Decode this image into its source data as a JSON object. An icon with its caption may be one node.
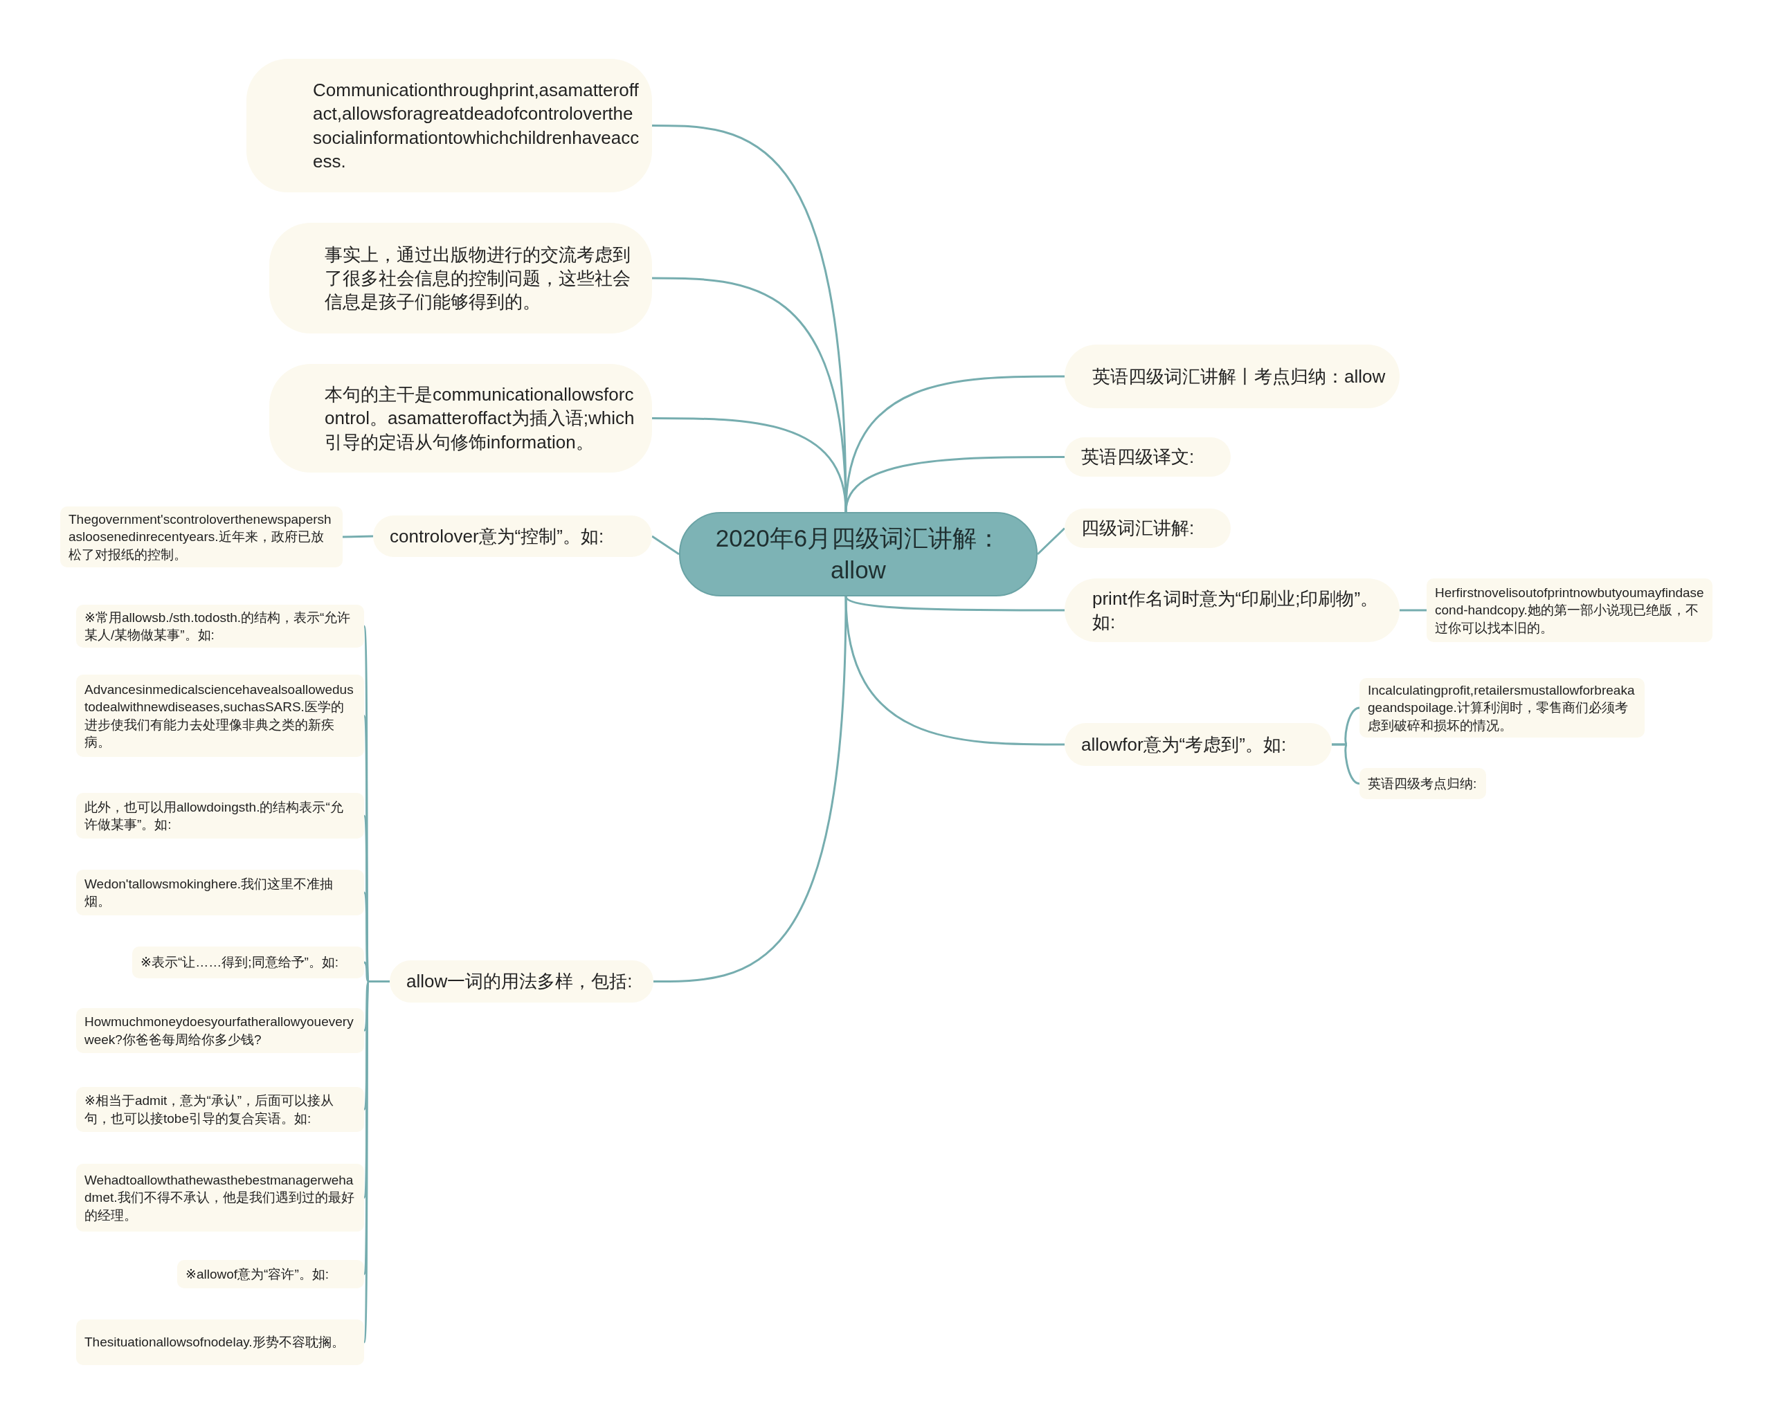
{
  "diagram": {
    "nodes": [
      {
        "text": [
          "2020年6月四级词汇讲解：allow"
        ]
      },
      {
        "text": [
          "Communicationthroughprint,asamatteroffact,allowsforagreatdeadofcontroloverthesocialinformationtowhichchildrenhaveaccess."
        ]
      },
      {
        "text": [
          "事实上，通过出版物进行的交流考虑到了很多社会信息的控制问题，这些社会信息是孩子们能够得到的。"
        ]
      },
      {
        "text": [
          "本句的主干是communicationallowsforcontrol。asamatteroffact为插入语;which引导的定语从句修饰information。"
        ]
      },
      {
        "text": [
          "controlover意为“控制”。如:"
        ]
      },
      {
        "text": [
          "Thegovernment'scontroloverthenewspapershasloosenedinrecentyears.近年来，政府已放松了对报纸的控制。"
        ]
      },
      {
        "text": [
          "allow一词的用法多样，包括:"
        ]
      },
      {
        "text": [
          "※常用allowsb./sth.todosth.的结构，表示“允许某人/某物做某事”。如:"
        ]
      },
      {
        "text": [
          "Advancesinmedicalsciencehavealsoallowedustodealwithnewdiseases,suchasSARS.医学的进步使我们有能力去处理像非典之类的新疾病。"
        ]
      },
      {
        "text": [
          "此外，也可以用allowdoingsth.的结构表示“允许做某事”。如:"
        ]
      },
      {
        "text": [
          "Wedon'tallowsmokinghere.我们这里不准抽烟。"
        ]
      },
      {
        "text": [
          "※表示“让……得到;同意给予”。如:"
        ]
      },
      {
        "text": [
          "Howmuchmoneydoesyourfatherallowyoueveryweek?你爸爸每周给你多少钱?"
        ]
      },
      {
        "text": [
          "※相当于admit，意为“承认”，后面可以接从句，也可以接tobe引导的复合宾语。如:"
        ]
      },
      {
        "text": [
          "Wehadtoallowthathewasthebestmanagerwehadmet.我们不得不承认，他是我们遇到过的最好的经理。"
        ]
      },
      {
        "text": [
          "※allowof意为“容许”。如:"
        ]
      },
      {
        "text": [
          "Thesituationallowsofnodelay.形势不容耽搁。"
        ]
      },
      {
        "text": [
          "英语四级词汇讲解丨考点归纳：allow"
        ]
      },
      {
        "text": [
          "英语四级译文:"
        ]
      },
      {
        "text": [
          "四级词汇讲解:"
        ]
      },
      {
        "text": [
          "print作名词时意为“印刷业;印刷物”。如:"
        ]
      },
      {
        "text": [
          "Herfirstnovelisoutofprintnowbutyoumayfindasecond-handcopy.她的第一部小说现已绝版，不过你可以找本旧的。"
        ]
      },
      {
        "text": [
          "allowfor意为“考虑到”。如:"
        ]
      },
      {
        "text": [
          "Incalculatingprofit,retailersmustallowforbreakageandspoilage.计算利润时，零售商们必须考虑到破碎和损坏的情况。"
        ]
      },
      {
        "text": [
          "英语四级考点归纳:"
        ]
      }
    ],
    "edges": [
      {
        "from": 0,
        "to": 1,
        "arrow": "none"
      },
      {
        "from": 0,
        "to": 2,
        "arrow": "none"
      },
      {
        "from": 0,
        "to": 3,
        "arrow": "none"
      },
      {
        "from": 0,
        "to": 4,
        "arrow": "none"
      },
      {
        "from": 4,
        "to": 5,
        "arrow": "none"
      },
      {
        "from": 0,
        "to": 6,
        "arrow": "none"
      },
      {
        "from": 6,
        "to": 7,
        "arrow": "none"
      },
      {
        "from": 6,
        "to": 8,
        "arrow": "none"
      },
      {
        "from": 6,
        "to": 9,
        "arrow": "none"
      },
      {
        "from": 6,
        "to": 10,
        "arrow": "none"
      },
      {
        "from": 6,
        "to": 11,
        "arrow": "none"
      },
      {
        "from": 6,
        "to": 12,
        "arrow": "none"
      },
      {
        "from": 6,
        "to": 13,
        "arrow": "none"
      },
      {
        "from": 6,
        "to": 14,
        "arrow": "none"
      },
      {
        "from": 6,
        "to": 15,
        "arrow": "none"
      },
      {
        "from": 6,
        "to": 16,
        "arrow": "none"
      },
      {
        "from": 0,
        "to": 17,
        "arrow": "none"
      },
      {
        "from": 0,
        "to": 18,
        "arrow": "none"
      },
      {
        "from": 0,
        "to": 19,
        "arrow": "none"
      },
      {
        "from": 0,
        "to": 20,
        "arrow": "none"
      },
      {
        "from": 20,
        "to": 21,
        "arrow": "none"
      },
      {
        "from": 0,
        "to": 22,
        "arrow": "none"
      },
      {
        "from": 22,
        "to": 23,
        "arrow": "none"
      },
      {
        "from": 22,
        "to": 24,
        "arrow": "none"
      }
    ]
  }
}
